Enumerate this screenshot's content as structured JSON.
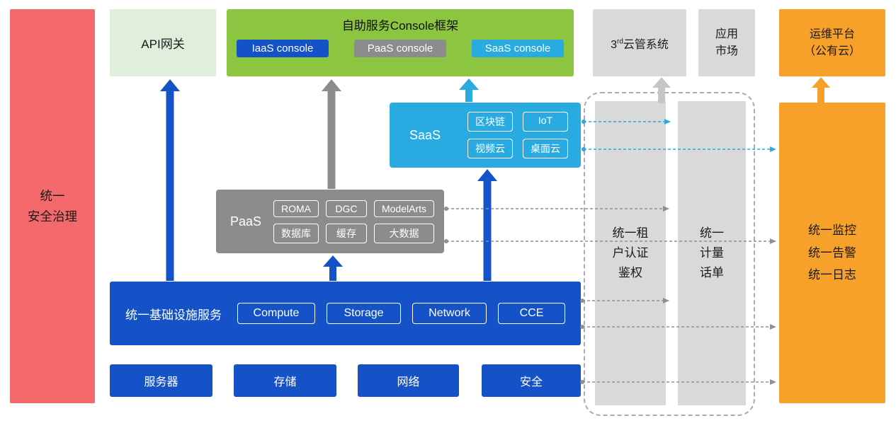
{
  "colors": {
    "red": "#F4696B",
    "lightgreen": "#DFEFDB",
    "green": "#8CC640",
    "blue": "#1552C8",
    "gray": "#8C8C8C",
    "lightgray": "#D9D9D9",
    "cyan": "#29ABE2",
    "orange": "#F7A12B",
    "linegray": "#8F8F8F",
    "arrowlightgray": "#C6C6C6"
  },
  "security_bar": {
    "label": "统一\n安全治理"
  },
  "api_gateway": {
    "label": "API网关"
  },
  "console_frame": {
    "title": "自助服务Console框架",
    "items": [
      "IaaS console",
      "PaaS console",
      "SaaS console"
    ]
  },
  "third_cloud": {
    "prefix": "3",
    "sup": "rd",
    "suffix": "云管系统"
  },
  "app_market": {
    "label": "应用\n市场"
  },
  "om_platform": {
    "label": "运维平台\n（公有云）"
  },
  "saas_box": {
    "label": "SaaS",
    "items": [
      "区块链",
      "IoT",
      "视频云",
      "桌面云"
    ]
  },
  "paas_box": {
    "label": "PaaS",
    "items": [
      "ROMA",
      "DGC",
      "ModelArts",
      "数据库",
      "缓存",
      "大数据"
    ]
  },
  "infra_box": {
    "label": "统一基础设施服务",
    "items": [
      "Compute",
      "Storage",
      "Network",
      "CCE"
    ]
  },
  "hardware_row": {
    "items": [
      "服务器",
      "存储",
      "网络",
      "安全"
    ]
  },
  "auth_bar": {
    "label": "统一租\n户认证\n鉴权"
  },
  "billing_bar": {
    "label": "统一\n计量\n话单"
  },
  "monitor_bar": {
    "label": "统一监控\n统一告警\n统一日志"
  }
}
